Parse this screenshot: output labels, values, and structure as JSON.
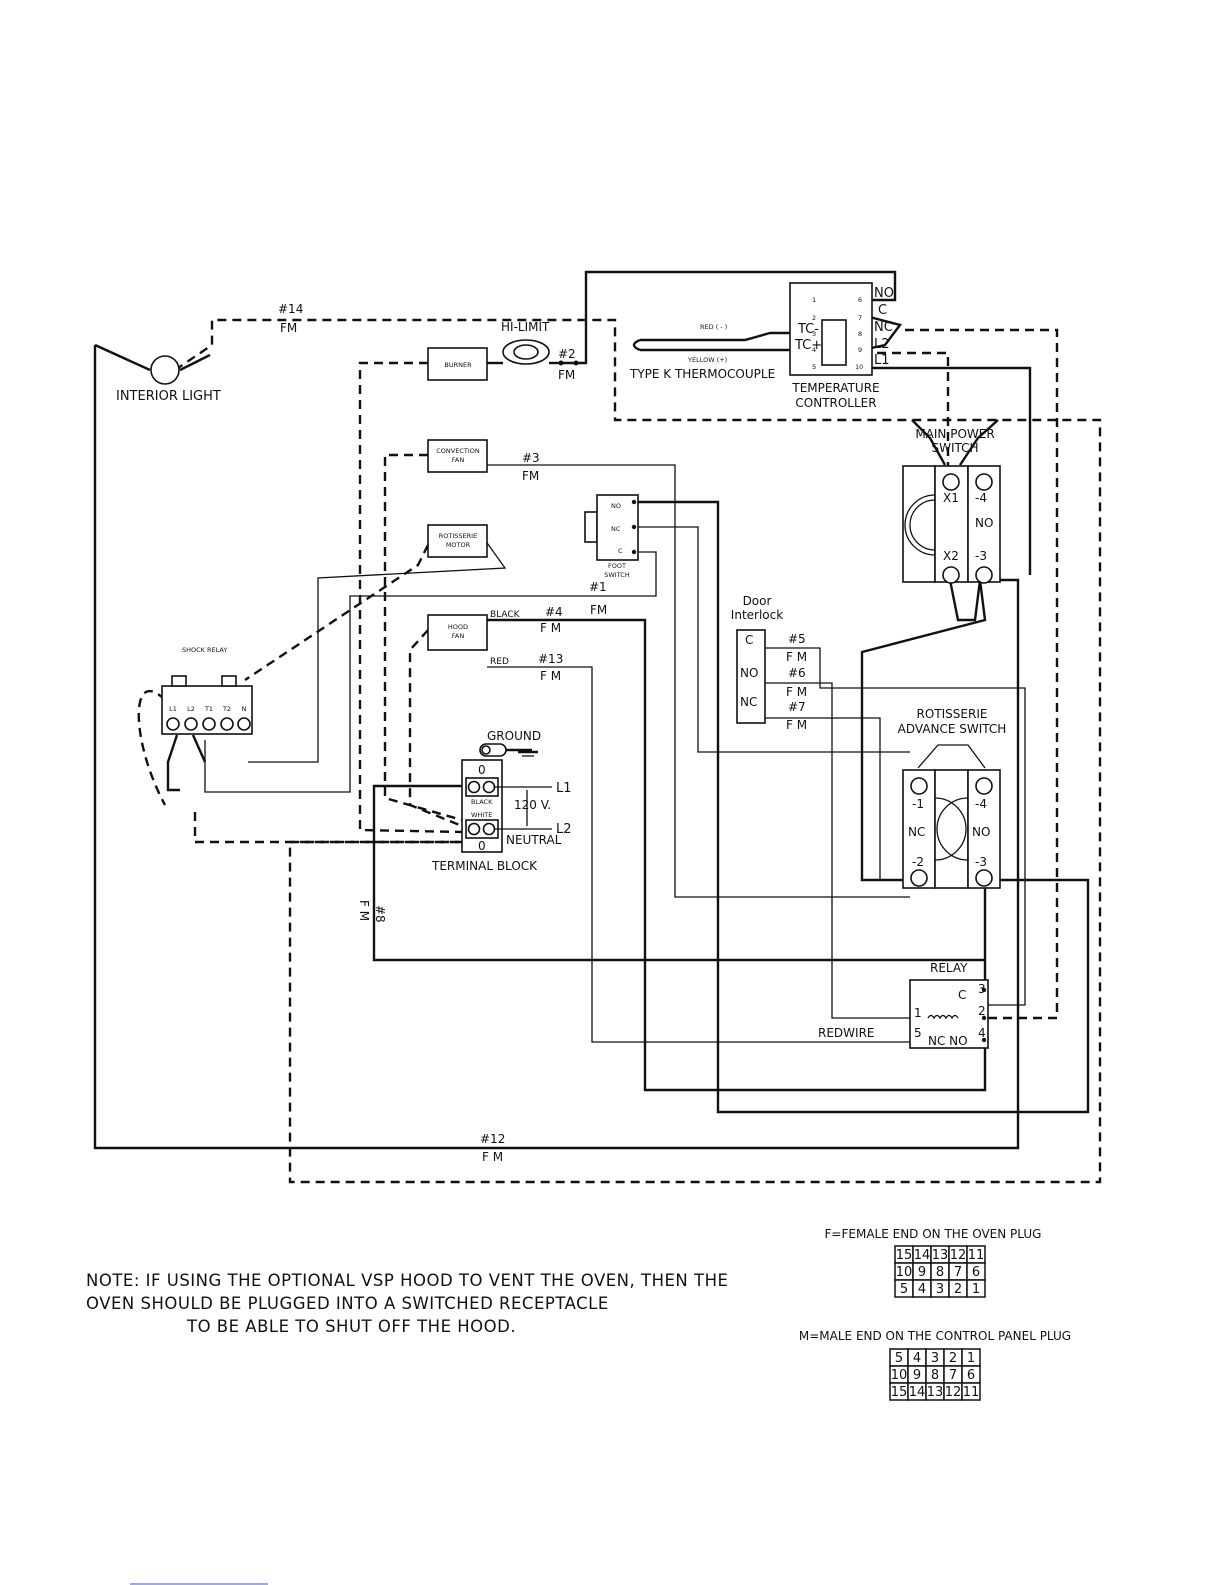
{
  "diagram": {
    "wire_labels": {
      "w14": "#14",
      "w14_fm": "FM",
      "w2": "#2",
      "w2_fm": "FM",
      "w3": "#3",
      "w3_fm": "FM",
      "w1": "#1",
      "w1_fm": "FM",
      "w4": "#4",
      "w4_fm": "F M",
      "w13": "#13",
      "w13_fm": "F M",
      "w5": "#5",
      "w5_fm": "F M",
      "w6": "#6",
      "w6_fm": "F M",
      "w7": "#7",
      "w7_fm": "F M",
      "w8": "#8",
      "w8_fm": "F M",
      "w12": "#12",
      "w12_fm": "F M",
      "black": "BLACK",
      "red": "RED",
      "redwire": "REDWIRE"
    },
    "components": {
      "interior_light": "INTERIOR LIGHT",
      "hi_limit": "HI-LIMIT",
      "burner": "BURNER",
      "convection_fan": [
        "CONVECTION",
        "FAN"
      ],
      "rotisserie_motor": [
        "ROTISSERIE",
        "MOTOR"
      ],
      "hood_fan": [
        "HOOD",
        "FAN"
      ],
      "shock_relay": "SHOCK RELAY",
      "shock_relay_pins": [
        "L1",
        "L2",
        "T1",
        "T2",
        "N"
      ],
      "foot_switch": [
        "FOOT",
        "SWITCH"
      ],
      "foot_switch_terms": [
        "NO",
        "NC",
        "C"
      ],
      "thermocouple_red": "RED ( - )",
      "thermocouple_yellow": "YELLOW (+)",
      "thermocouple": "TYPE K THERMOCOUPLE",
      "temp_controller": [
        "TEMPERATURE",
        "CONTROLLER"
      ],
      "temp_terms": [
        "NO",
        "C",
        "NC",
        "L2",
        "L1"
      ],
      "temp_tc": [
        "TC-",
        "TC+"
      ],
      "temp_pins": [
        "1",
        "2",
        "3",
        "4",
        "5",
        "6",
        "7",
        "8",
        "9",
        "10"
      ],
      "main_power_switch": [
        "MAIN POWER",
        "SWITCH"
      ],
      "main_switch_terms": [
        "X1",
        "X2",
        "-4",
        "NO",
        "-3"
      ],
      "door_interlock": [
        "Door",
        "Interlock"
      ],
      "door_terms": [
        "C",
        "NO",
        "NC"
      ],
      "rotisserie_advance": [
        "ROTISSERIE",
        "ADVANCE SWITCH"
      ],
      "advance_terms": [
        "-1",
        "NC",
        "-2",
        "-4",
        "NO",
        "-3"
      ],
      "ground": "GROUND",
      "terminal_black": "BLACK",
      "terminal_white": "WHITE",
      "voltage": "120 V.",
      "l1": "L1",
      "l2": "L2",
      "neutral": "NEUTRAL",
      "terminal_block": "TERMINAL BLOCK",
      "relay": "RELAY",
      "relay_terms": [
        "3",
        "C",
        "1",
        "2",
        "5",
        "NC NO",
        "4"
      ]
    },
    "note": [
      "NOTE: IF USING THE OPTIONAL VSP HOOD TO VENT THE OVEN, THEN THE",
      "OVEN SHOULD BE PLUGGED INTO A SWITCHED RECEPTACLE",
      "TO BE ABLE TO SHUT OFF THE HOOD."
    ],
    "female_plug": {
      "caption": "F=FEMALE END ON THE OVEN PLUG",
      "rows": [
        [
          "15",
          "14",
          "13",
          "12",
          "11"
        ],
        [
          "10",
          "9",
          "8",
          "7",
          "6"
        ],
        [
          "5",
          "4",
          "3",
          "2",
          "1"
        ]
      ]
    },
    "male_plug": {
      "caption": "M=MALE END ON THE CONTROL PANEL PLUG",
      "rows": [
        [
          "5",
          "4",
          "3",
          "2",
          "1"
        ],
        [
          "10",
          "9",
          "8",
          "7",
          "6"
        ],
        [
          "15",
          "14",
          "13",
          "12",
          "11"
        ]
      ]
    }
  }
}
